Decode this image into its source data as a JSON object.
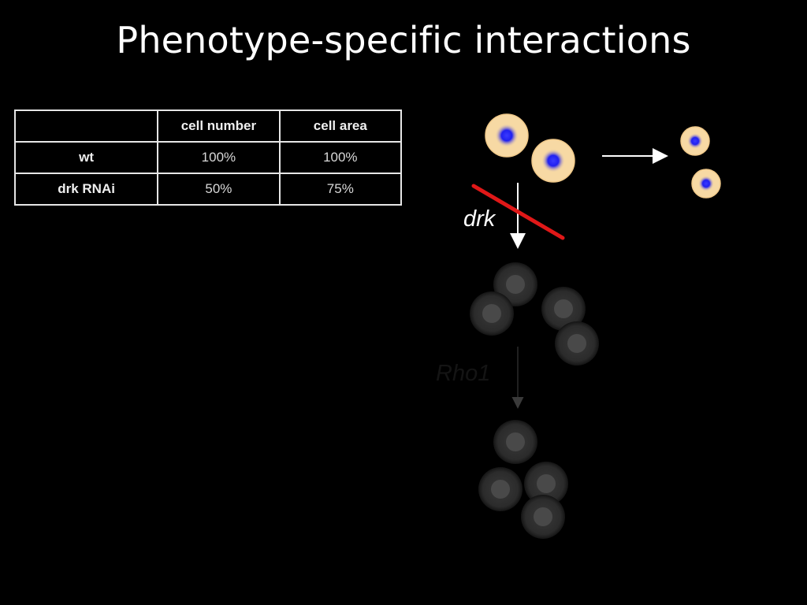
{
  "title": "Phenotype-specific interactions",
  "table": {
    "header": [
      "",
      "cell number",
      "cell area"
    ],
    "rows": [
      {
        "label": "wt",
        "cell_number": "100%",
        "cell_area": "100%"
      },
      {
        "label": "drk RNAi",
        "cell_number": "50%",
        "cell_area": "75%"
      }
    ]
  },
  "labels": {
    "drk": "drk",
    "rho1": "Rho1"
  },
  "colors": {
    "background": "#000000",
    "cell_cytoplasm": "#f7d9a4",
    "cell_nucleus": "#2222ff",
    "inhibition_bar": "#e01818",
    "faded_cell": "#3a3a3a"
  }
}
